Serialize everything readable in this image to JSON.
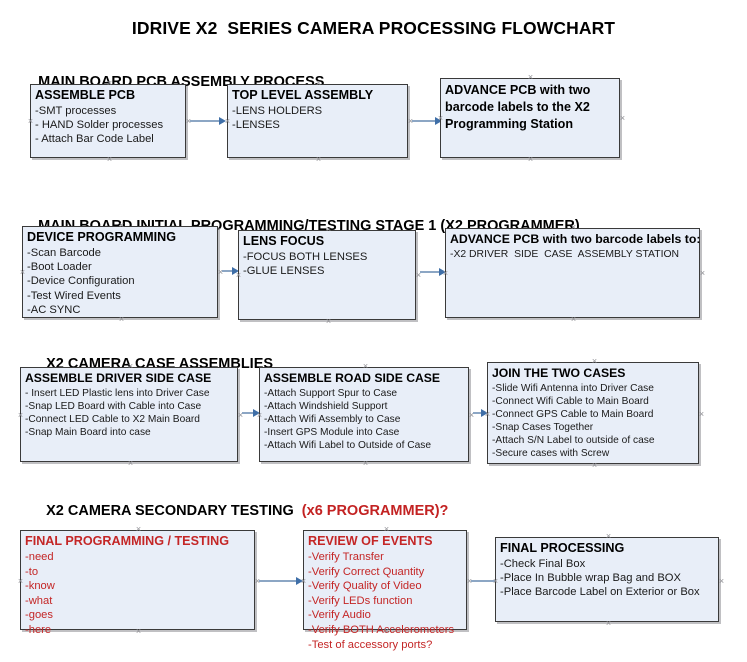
{
  "document": {
    "title": "IDRIVE X2  SERIES CAMERA PROCESSING FLOWCHART"
  },
  "sections": [
    {
      "id": "main-board-pcb-assembly",
      "heading": "MAIN BOARD PCB ASSEMBLY PROCESS",
      "heading_accent": "",
      "boxes": [
        {
          "id": "assemble-pcb",
          "title": "ASSEMBLE PCB",
          "lines": [
            "-SMT processes",
            "- HAND Solder processes",
            "- Attach Bar Code Label"
          ]
        },
        {
          "id": "top-level-assembly",
          "title": "TOP LEVEL ASSEMBLY",
          "lines": [
            "-LENS HOLDERS",
            "-LENSES"
          ]
        },
        {
          "id": "advance-pcb-to-x2-programming-station",
          "title": "ADVANCE PCB with two barcode labels to the  X2 Programming Station",
          "lines": []
        }
      ]
    },
    {
      "id": "main-board-initial-programming",
      "heading": "MAIN BOARD INITIAL PROGRAMMING/TESTING STAGE 1 (X2 PROGRAMMER)",
      "heading_accent": "",
      "boxes": [
        {
          "id": "device-programming",
          "title": "DEVICE PROGRAMMING",
          "lines": [
            "-Scan Barcode",
            "-Boot Loader",
            "-Device Configuration",
            "-Test Wired Events",
            "-AC SYNC"
          ]
        },
        {
          "id": "lens-focus",
          "title": "LENS FOCUS",
          "lines": [
            "-FOCUS BOTH LENSES",
            "-GLUE LENSES"
          ]
        },
        {
          "id": "advance-pcb-to-driver-side-case-assembly",
          "title": "ADVANCE PCB with two barcode labels to:",
          "lines": [
            "-X2 DRIVER  SIDE  CASE  ASSEMBLY STATION"
          ]
        }
      ]
    },
    {
      "id": "x2-camera-case-assemblies",
      "heading": "X2 CAMERA CASE ASSEMBLIES",
      "heading_accent": "",
      "boxes": [
        {
          "id": "assemble-driver-side-case",
          "title": "ASSEMBLE DRIVER SIDE CASE",
          "lines": [
            "- Insert LED Plastic lens into Driver Case",
            "-Snap LED Board with Cable into Case",
            "-Connect LED Cable to X2 Main Board",
            "-Snap Main Board into case"
          ]
        },
        {
          "id": "assemble-road-side-case",
          "title": "ASSEMBLE ROAD SIDE CASE",
          "lines": [
            "-Attach Support Spur to Case",
            "-Attach Windshield Support",
            "-Attach Wifi Assembly to Case",
            "-Insert GPS Module into Case",
            "-Attach Wifi Label to Outside of Case"
          ]
        },
        {
          "id": "join-the-two-cases",
          "title": "JOIN THE TWO CASES",
          "lines": [
            "-Slide Wifi Antenna into Driver Case",
            "-Connect Wifi Cable to Main Board",
            "-Connect GPS Cable to Main Board",
            "-Snap Cases Together",
            "-Attach S/N Label to outside of case",
            "-Secure cases with Screw"
          ]
        }
      ]
    },
    {
      "id": "x2-camera-secondary-testing",
      "heading": "X2 CAMERA SECONDARY TESTING  ",
      "heading_accent": "(x6 PROGRAMMER)?",
      "boxes": [
        {
          "id": "final-programming-testing",
          "title": "FINAL PROGRAMMING / TESTING",
          "lines": [
            "-need",
            "-to",
            "-know",
            "-what",
            "-goes",
            "-here"
          ]
        },
        {
          "id": "review-of-events",
          "title": "REVIEW OF EVENTS",
          "lines": [
            "-Verify Transfer",
            "-Verify Correct Quantity",
            "-Verify Quality of Video",
            "-Verify LEDs function",
            "-Verify Audio",
            "-Verify BOTH Accelerometers",
            "-Test of accessory ports?"
          ]
        },
        {
          "id": "final-processing",
          "title": "FINAL PROCESSING",
          "lines": [
            "-Check Final Box",
            "-Place In Bubble wrap Bag and BOX",
            "-Place Barcode Label on Exterior or Box"
          ]
        }
      ]
    }
  ],
  "colors": {
    "box_fill": "#e8eef8",
    "box_border": "#3a3a3a",
    "connector": "#8ca6c4",
    "arrowhead": "#3f6fa8",
    "accent_red": "#c42626",
    "text": "#000000"
  }
}
